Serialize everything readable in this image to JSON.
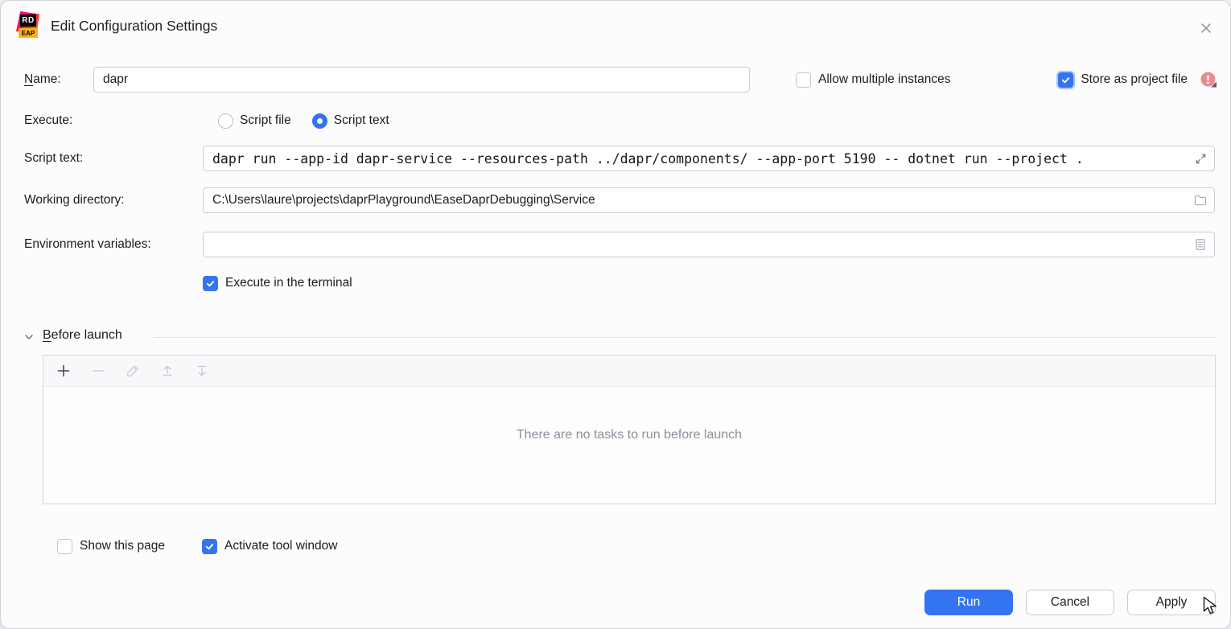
{
  "window": {
    "title": "Edit Configuration Settings",
    "logo_text": "RD",
    "logo_badge": "EAP"
  },
  "name_row": {
    "label_mnemonic": "N",
    "label_rest": "ame:",
    "value": "dapr",
    "allow_multiple_instances": "Allow multiple instances",
    "store_as_project_file": "Store as project file"
  },
  "execute_row": {
    "label": "Execute:",
    "script_file": "Script file",
    "script_text": "Script text"
  },
  "script_text_row": {
    "label": "Script text:",
    "value": "dapr run --app-id dapr-service --resources-path ../dapr/components/ --app-port 5190 -- dotnet run --project ."
  },
  "working_directory_row": {
    "label": "Working directory:",
    "value": "C:\\Users\\laure\\projects\\daprPlayground\\EaseDaprDebugging\\Service"
  },
  "environment_variables_row": {
    "label": "Environment variables:",
    "value": ""
  },
  "terminal_row": {
    "label": "Execute in the terminal"
  },
  "before_launch": {
    "label_mnemonic": "B",
    "label_rest": "efore launch",
    "empty_text": "There are no tasks to run before launch"
  },
  "footer": {
    "show_this_page": "Show this page",
    "activate_tool_window": "Activate tool window",
    "run": "Run",
    "cancel": "Cancel",
    "apply": "Apply"
  },
  "states": {
    "allow_multiple_instances_checked": false,
    "store_as_project_file_checked": true,
    "execute_selected": "Script text",
    "execute_in_terminal_checked": true,
    "show_this_page_checked": false,
    "activate_tool_window_checked": true
  },
  "colors": {
    "accent": "#3574F0",
    "warning_badge": "#EA8B93",
    "disabled_icon": "#C9CCD5"
  },
  "icons": {
    "close": "x-cross",
    "script_expand": "diagonal-expand-arrows",
    "working_directory": "folder",
    "environment_variables": "list-document",
    "store_warning": "exclamation-circle-with-corner",
    "before_launch_chevron": "chevron-down",
    "toolbar": [
      "add",
      "remove",
      "edit",
      "move-up",
      "move-down"
    ],
    "pointer": "mouse-arrow-cursor"
  }
}
